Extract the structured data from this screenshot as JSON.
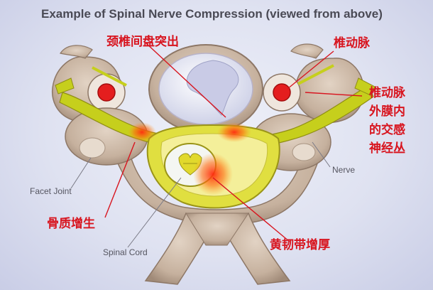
{
  "title": "Example of Spinal Nerve Compression (viewed from above)",
  "labels": {
    "disc_herniation": "颈椎间盘突出",
    "vertebral_artery": "椎动脉",
    "va_plexus_lines": [
      "椎动脉",
      "外膜内",
      "的交感",
      "神经丛"
    ],
    "facet_joint": "Facet Joint",
    "nerve": "Nerve",
    "bone_spur": "骨质增生",
    "spinal_cord": "Spinal Cord",
    "ligamentum_thickening": "黄韧带增厚"
  },
  "colors": {
    "bone": "#cbb7a4",
    "bone_dark": "#9c8573",
    "disc": "#e8eaf6",
    "nerve_yellow": "#c9d21a",
    "cord_white": "#f4f6f2",
    "artery_red": "#e41e1e",
    "label_red": "#d8151f"
  }
}
